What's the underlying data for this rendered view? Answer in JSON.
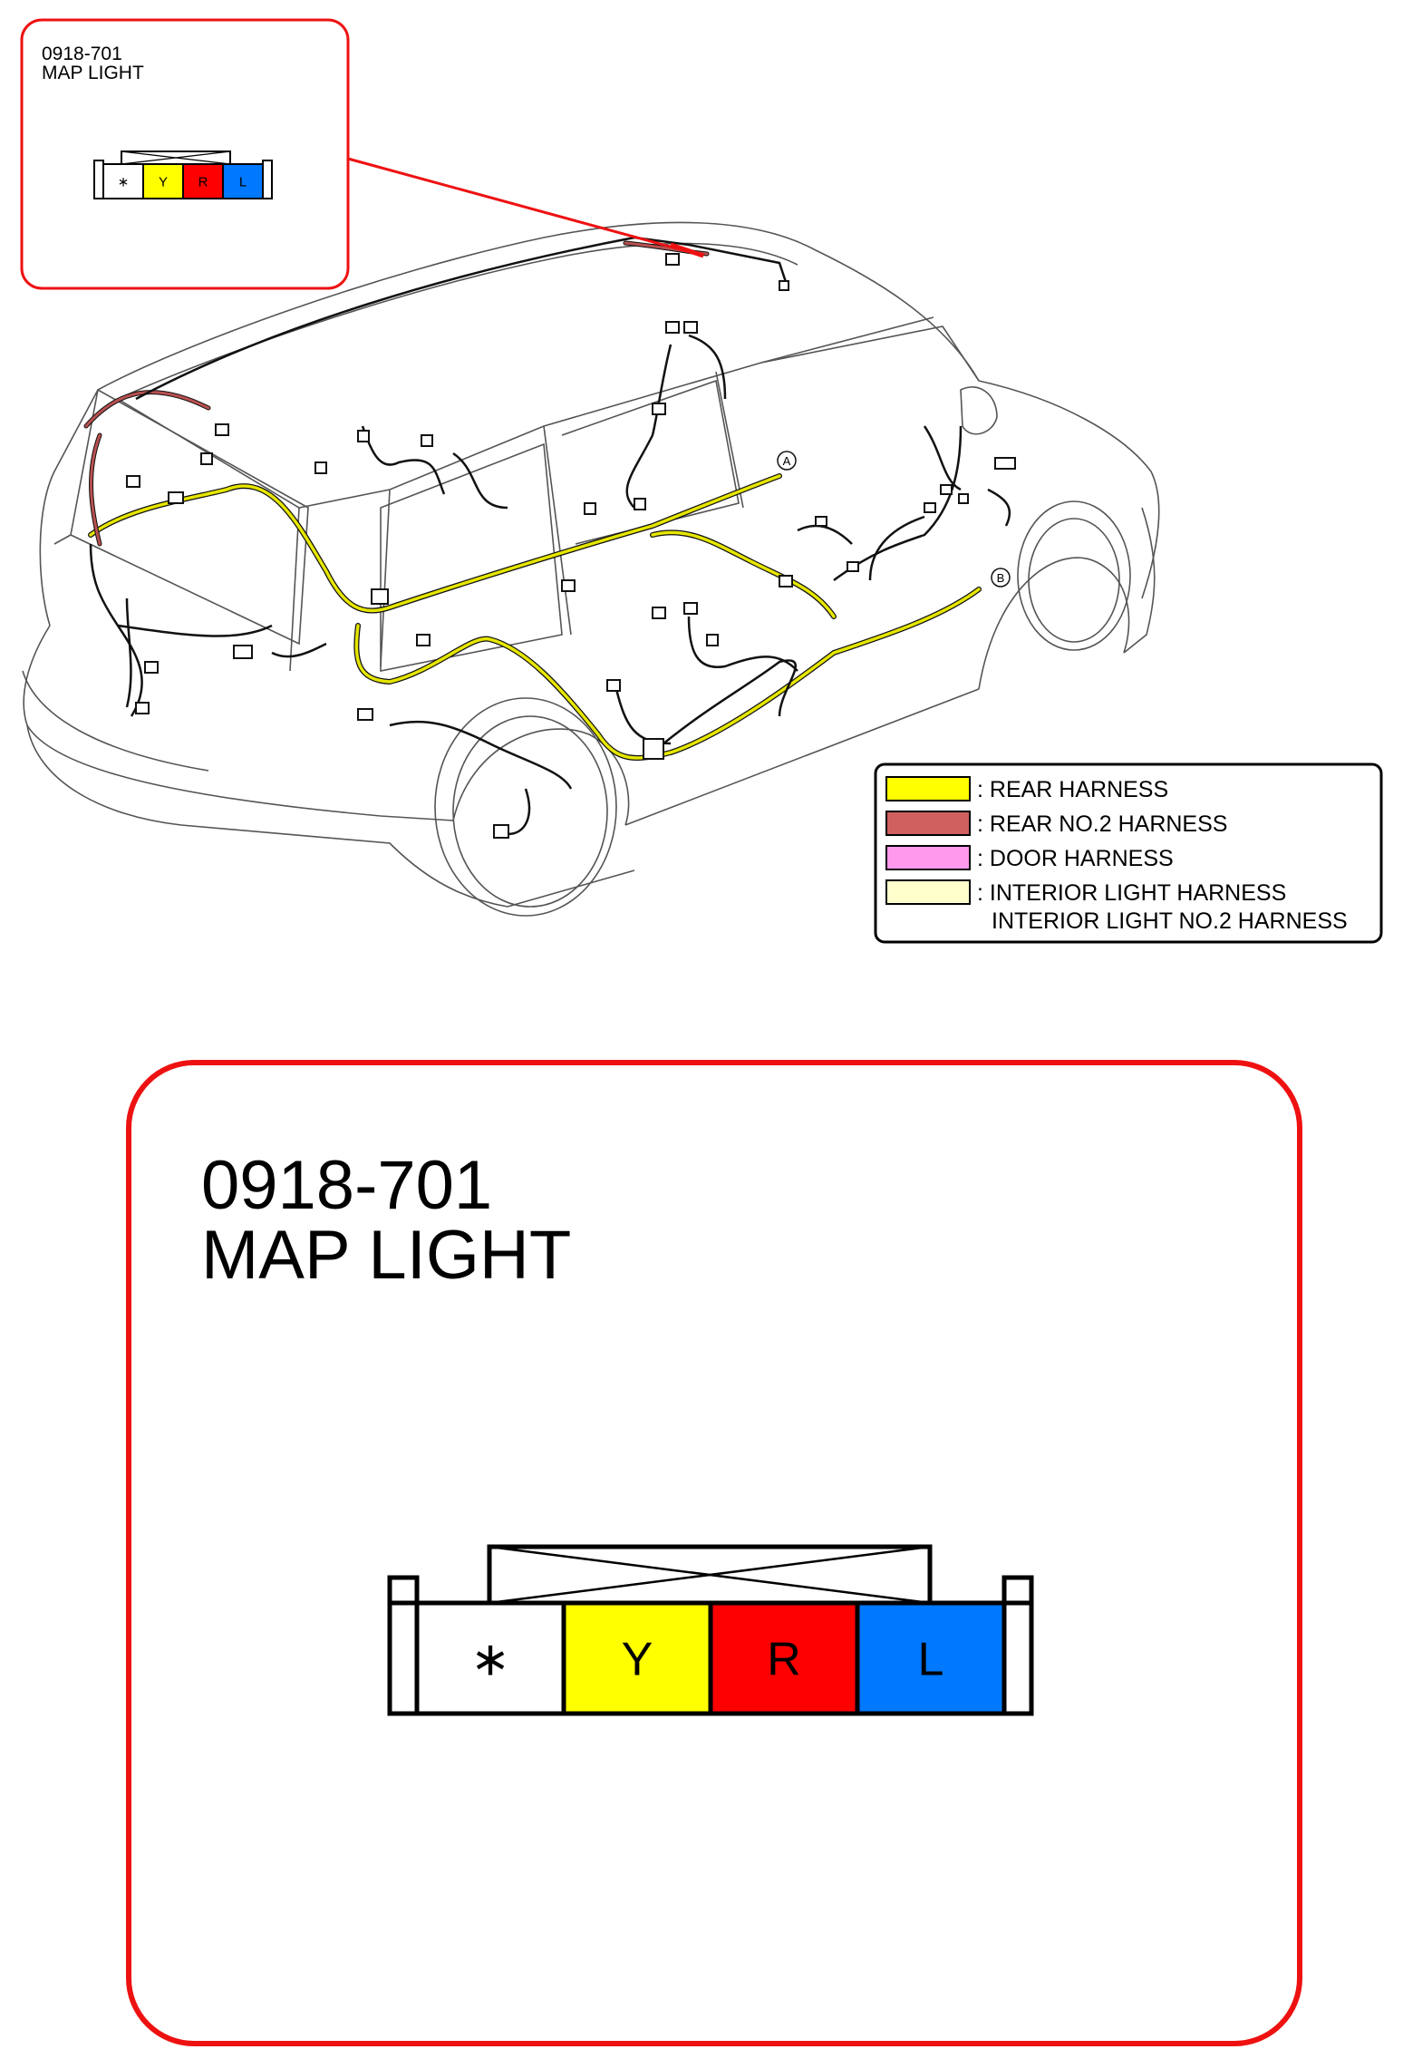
{
  "inset": {
    "code": "0918-701",
    "name": "MAP LIGHT",
    "pins": [
      {
        "label": "∗",
        "color": "#ffffff"
      },
      {
        "label": "Y",
        "color": "#ffff00"
      },
      {
        "label": "R",
        "color": "#ff0000"
      },
      {
        "label": "L",
        "color": "#0078ff"
      }
    ]
  },
  "connector_detail": {
    "code": "0918-701",
    "name": "MAP LIGHT",
    "pins": [
      {
        "label": "∗",
        "color": "#ffffff"
      },
      {
        "label": "Y",
        "color": "#ffff00"
      },
      {
        "label": "R",
        "color": "#ff0000"
      },
      {
        "label": "L",
        "color": "#0078ff"
      }
    ]
  },
  "markers": {
    "a": "A",
    "b": "B"
  },
  "legend": {
    "items": [
      {
        "color": "#ffff00",
        "label": ": REAR HARNESS"
      },
      {
        "color": "#d06060",
        "label": ": REAR NO.2 HARNESS"
      },
      {
        "color": "#ff99ee",
        "label": ": DOOR HARNESS"
      },
      {
        "color": "#ffffcc",
        "label": ": INTERIOR LIGHT HARNESS",
        "label2": "INTERIOR LIGHT NO.2 HARNESS"
      }
    ]
  },
  "colors": {
    "frame": "#ee1111",
    "harness_wire": "#111111",
    "rear_harness": "#e6e600",
    "rear_no2": "#b85050"
  }
}
